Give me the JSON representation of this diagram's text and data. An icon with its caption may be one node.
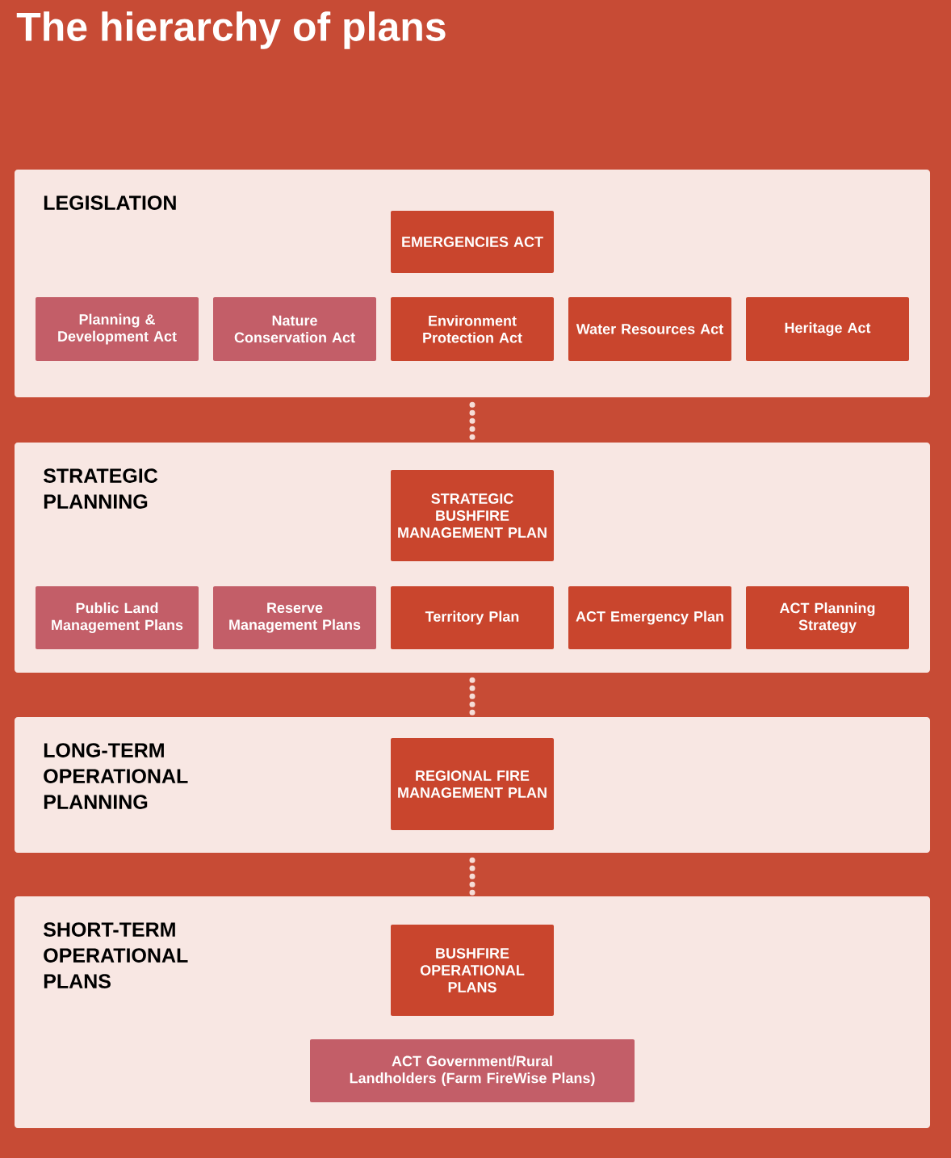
{
  "diagram": {
    "title": "The hierarchy of plans",
    "nodes": [
      {
        "text": [
          "LEGISLATION"
        ]
      },
      {
        "text": [
          "EMERGENCIES ACT"
        ],
        "in": 0
      },
      {
        "text": [
          "Planning & Development Act"
        ],
        "in": 0
      },
      {
        "text": [
          "Nature Conservation Act"
        ],
        "in": 0
      },
      {
        "text": [
          "Environment Protection Act"
        ],
        "in": 0
      },
      {
        "text": [
          "Water Resources Act"
        ],
        "in": 0
      },
      {
        "text": [
          "Heritage Act"
        ],
        "in": 0
      },
      {
        "text": [
          "STRATEGIC PLANNING"
        ]
      },
      {
        "text": [
          "STRATEGIC BUSHFIRE MANAGEMENT PLAN"
        ],
        "in": 7
      },
      {
        "text": [
          "Public Land Management Plans"
        ],
        "in": 7
      },
      {
        "text": [
          "Reserve Management Plans"
        ],
        "in": 7
      },
      {
        "text": [
          "Territory Plan"
        ],
        "in": 7
      },
      {
        "text": [
          "ACT Emergency Plan"
        ],
        "in": 7
      },
      {
        "text": [
          "ACT Planning Strategy"
        ],
        "in": 7
      },
      {
        "text": [
          "LONG-TERM OPERATIONAL PLANNING"
        ]
      },
      {
        "text": [
          "REGIONAL FIRE MANAGEMENT PLAN"
        ],
        "in": 14
      },
      {
        "text": [
          "SHORT-TERM OPERATIONAL PLANS"
        ]
      },
      {
        "text": [
          "BUSHFIRE OPERATIONAL PLANS"
        ],
        "in": 16
      },
      {
        "text": [
          "ACT Government/Rural Landholders (Farm FireWise Plans)"
        ],
        "in": 16
      }
    ],
    "edges": [
      {
        "from": 0,
        "to": 7,
        "arrow": "none",
        "style": "dashed"
      },
      {
        "from": 7,
        "to": 14,
        "arrow": "none",
        "style": "dashed"
      },
      {
        "from": 14,
        "to": 16,
        "arrow": "none",
        "style": "dashed"
      }
    ]
  }
}
